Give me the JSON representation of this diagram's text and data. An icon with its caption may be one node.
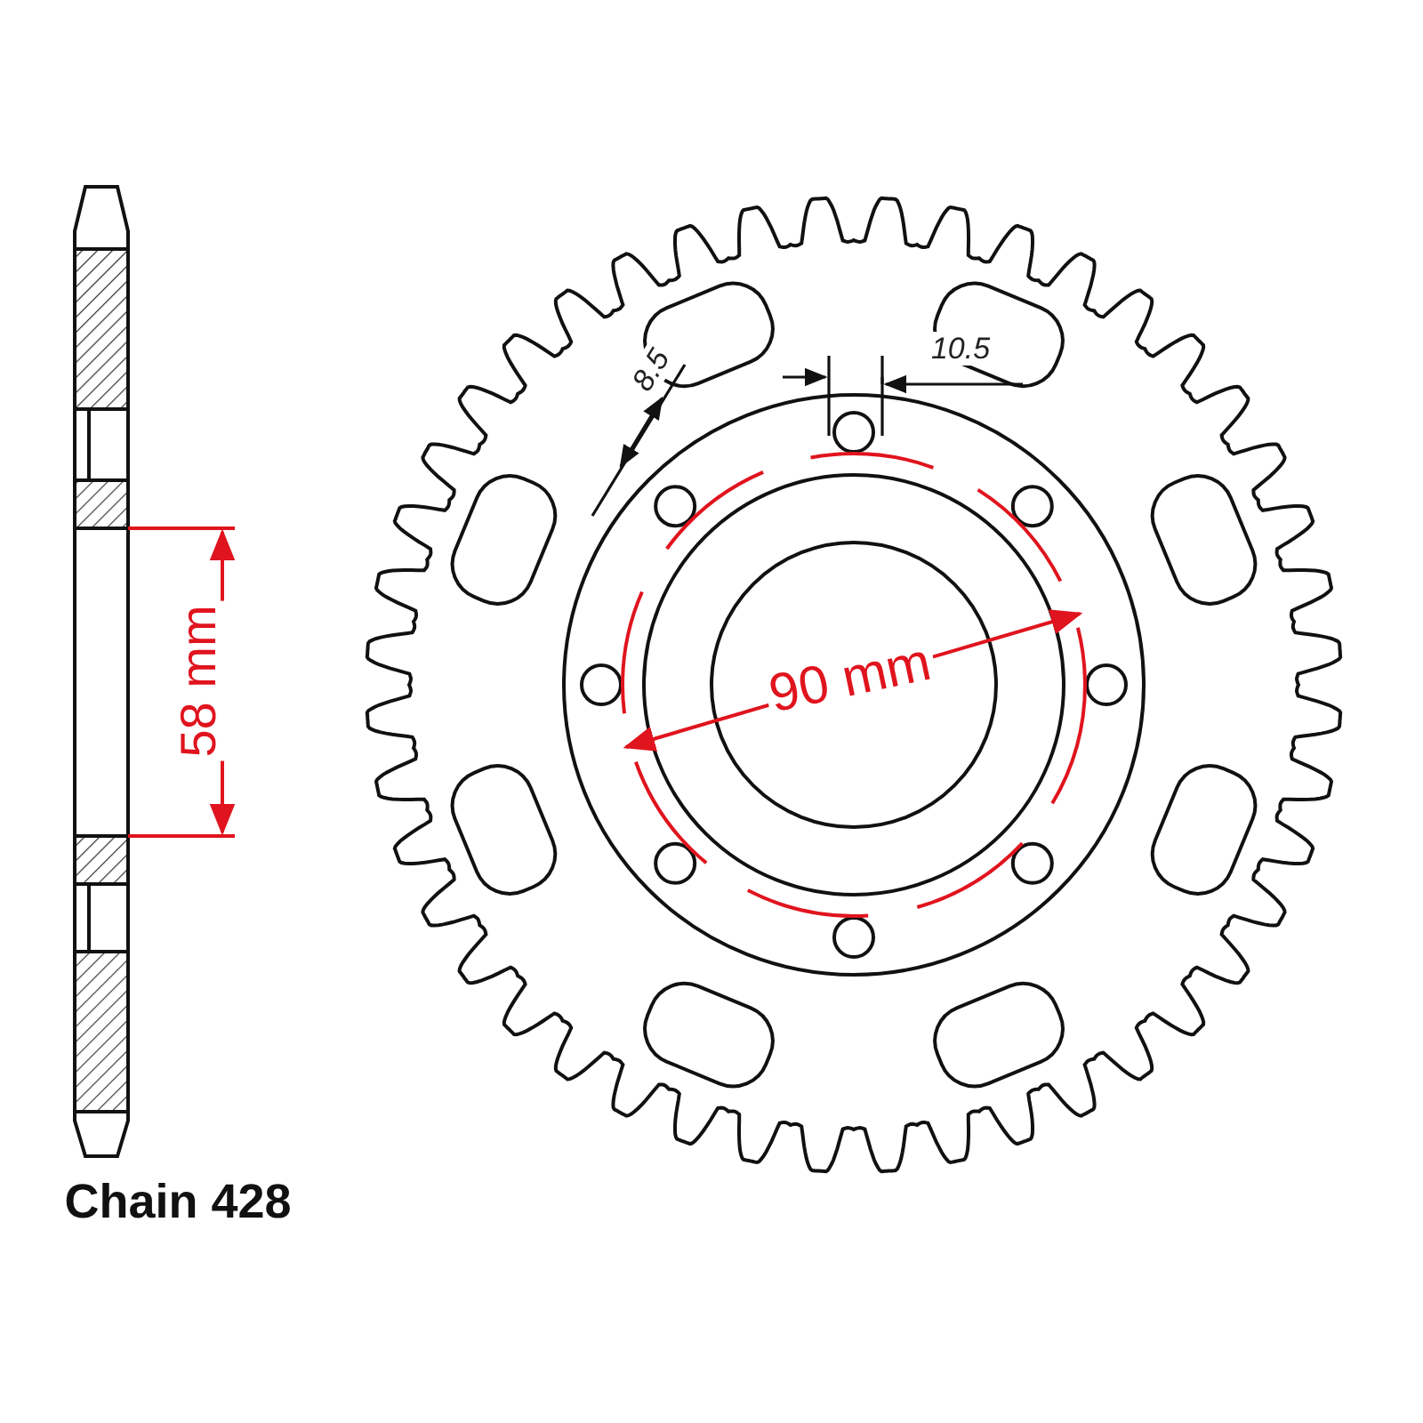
{
  "diagram": {
    "labels": [
      "8.5",
      "10.5",
      "58 mm",
      "90 mm",
      "Chain 428"
    ]
  }
}
